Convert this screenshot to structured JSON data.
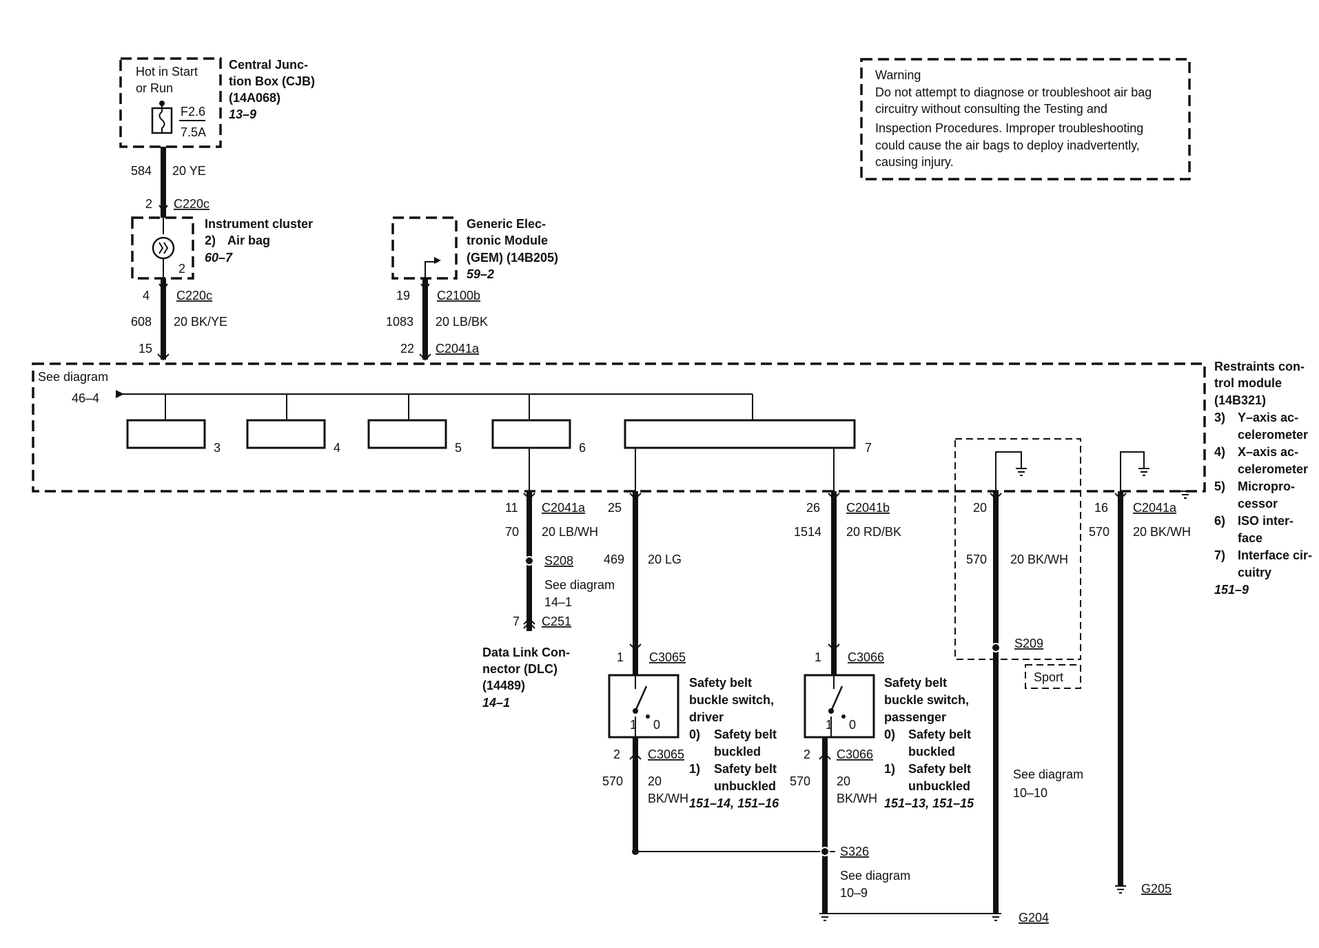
{
  "cjb": {
    "hot_label_1": "Hot in Start",
    "hot_label_2": "or Run",
    "fuse_id": "F2.6",
    "fuse_rating": "7.5A",
    "name_1": "Central Junc-",
    "name_2": "tion Box (CJB)",
    "part": "(14A068)",
    "ref": "13–9"
  },
  "wire_584": {
    "circuit": "584",
    "gauge_color": "20 YE"
  },
  "ic": {
    "pin_in": "2",
    "conn_in": "C220c",
    "name": "Instrument cluster",
    "item_num": "2)",
    "item": "Air bag",
    "ref": "60–7",
    "lamp_pin": "2",
    "pin_out": "4",
    "conn_out": "C220c"
  },
  "wire_608": {
    "circuit": "608",
    "gauge_color": "20 BK/YE",
    "rcm_pin": "15"
  },
  "gem": {
    "name_1": "Generic Elec-",
    "name_2": "tronic Module",
    "name_3": "(GEM) (14B205)",
    "ref": "59–2",
    "pin_out": "19",
    "conn_out": "C2100b"
  },
  "wire_1083": {
    "circuit": "1083",
    "gauge_color": "20 LB/BK",
    "rcm_pin": "22",
    "rcm_conn": "C2041a"
  },
  "warning": {
    "title": "Warning",
    "lines": [
      "Do not attempt to diagnose or troubleshoot air bag",
      "circuitry without consulting the Testing and",
      "Inspection Procedures.  Improper troubleshooting",
      "could cause the air bags  to deploy inadvertently,",
      "causing injury."
    ]
  },
  "rcm": {
    "see_diagram": "See diagram",
    "see_ref": "46–4",
    "blocks": [
      "3",
      "4",
      "5",
      "6",
      "7"
    ],
    "title_1": "Restraints con-",
    "title_2": "trol module",
    "part": "(14B321)",
    "legend": [
      {
        "num": "3)",
        "l1": "Y–axis ac-",
        "l2": "celerometer"
      },
      {
        "num": "4)",
        "l1": "X–axis ac-",
        "l2": "celerometer"
      },
      {
        "num": "5)",
        "l1": "Micropro-",
        "l2": "cessor"
      },
      {
        "num": "6)",
        "l1": "ISO inter-",
        "l2": "face"
      },
      {
        "num": "7)",
        "l1": "Interface cir-",
        "l2": "cuitry"
      }
    ],
    "ref": "151–9"
  },
  "wire_70": {
    "pin": "11",
    "conn": "C2041a",
    "circuit": "70",
    "gauge_color": "20 LB/WH",
    "splice": "S208",
    "see_1": "See diagram",
    "see_2": "14–1",
    "dlc_pin": "7",
    "dlc_conn": "C251"
  },
  "dlc": {
    "name_1": "Data Link Con-",
    "name_2": "nector (DLC)",
    "part": "(14489)",
    "ref": "14–1"
  },
  "wire_469": {
    "pin": "25",
    "circuit": "469",
    "gauge_color": "20 LG"
  },
  "wire_1514": {
    "pin": "26",
    "conn": "C2041b",
    "circuit": "1514",
    "gauge_color": "20 RD/BK"
  },
  "sport_wire": {
    "pin": "20",
    "circuit": "570",
    "gauge_color": "20 BK/WH",
    "splice": "S209",
    "option": "Sport"
  },
  "wire_570_g205": {
    "pin": "16",
    "conn": "C2041a",
    "circuit": "570",
    "gauge_color": "20 BK/WH",
    "ground": "G205"
  },
  "driver_switch": {
    "pin_in": "1",
    "conn_in": "C3065",
    "name_1": "Safety belt",
    "name_2": "buckle switch,",
    "name_3": "driver",
    "s0_num": "0)",
    "s0_1": "Safety belt",
    "s0_2": "buckled",
    "s1_num": "1)",
    "s1_1": "Safety belt",
    "s1_2": "unbuckled",
    "refs": "151–14, 151–16",
    "pos1": "1",
    "pos0": "0",
    "pin_out": "2",
    "conn_out": "C3065",
    "circuit": "570",
    "gauge": "20",
    "color": "BK/WH"
  },
  "pass_switch": {
    "pin_in": "1",
    "conn_in": "C3066",
    "name_1": "Safety belt",
    "name_2": "buckle switch,",
    "name_3": "passenger",
    "s0_num": "0)",
    "s0_1": "Safety belt",
    "s0_2": "buckled",
    "s1_num": "1)",
    "s1_1": "Safety belt",
    "s1_2": "unbuckled",
    "refs": "151–13, 151–15",
    "pos1": "1",
    "pos0": "0",
    "pin_out": "2",
    "conn_out": "C3066",
    "circuit": "570",
    "gauge": "20",
    "color": "BK/WH"
  },
  "s326": {
    "splice": "S326",
    "see_1": "See diagram",
    "see_2": "10–9"
  },
  "g204": {
    "see_1": "See diagram",
    "see_2": "10–10",
    "ground": "G204"
  }
}
